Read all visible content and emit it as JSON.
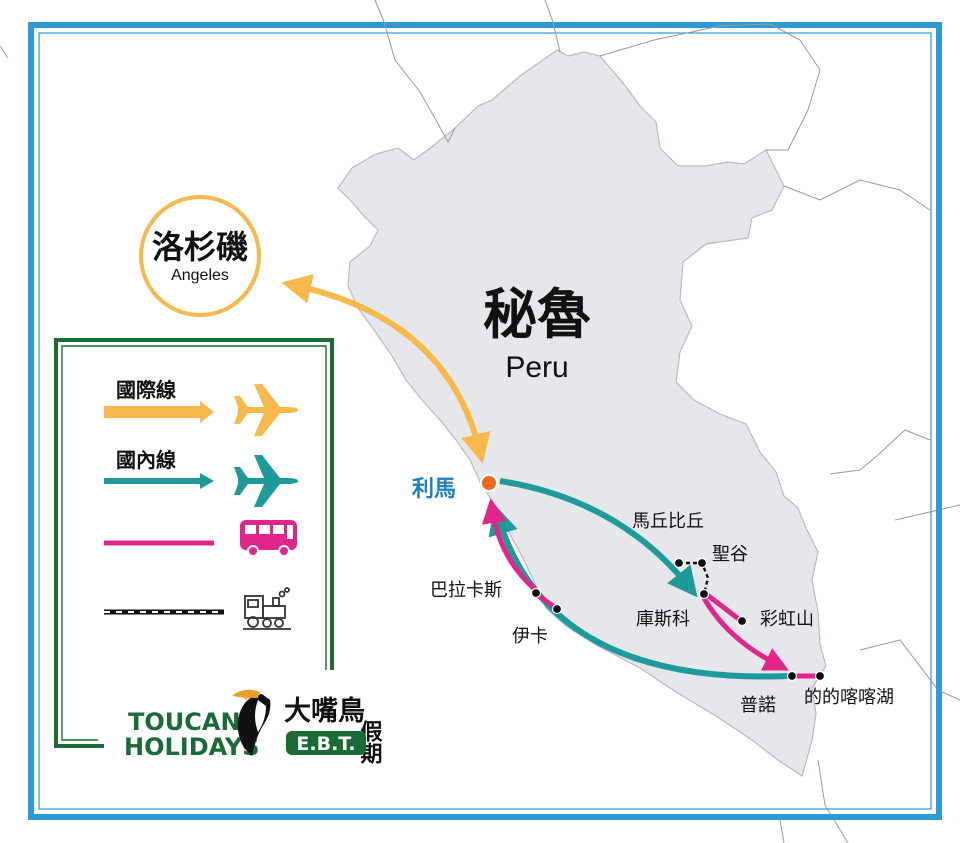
{
  "country": {
    "name_zh": "秘魯",
    "name_en": "Peru"
  },
  "origin": {
    "name_zh": "洛杉磯",
    "name_en": "Angeles"
  },
  "capital": {
    "name": "利馬"
  },
  "places": {
    "machu_picchu": "馬丘比丘",
    "sacred_valley": "聖谷",
    "cusco": "庫斯科",
    "rainbow_mountain": "彩虹山",
    "paracas": "巴拉卡斯",
    "ica": "伊卡",
    "puno": "普諾",
    "titicaca": "的的喀喀湖"
  },
  "legend": {
    "international": "國際線",
    "domestic": "國內線"
  },
  "brand": {
    "name_en_1": "TOUCAN",
    "name_en_2": "HOLIDAYS",
    "name_zh": "大嘴鳥",
    "name_zh_2": "假期",
    "abbr": "E.B.T."
  },
  "colors": {
    "frame": "#2d9ad6",
    "land": "#e5e7ea",
    "international": "#f7b94b",
    "domestic": "#1f9a9a",
    "bus": "#e2258a",
    "legend_border": "#1a6b35",
    "capital_dot": "#ec6a1f",
    "capital_label": "#1f7fc4"
  },
  "icons": [
    "plane-icon",
    "bus-icon",
    "train-icon",
    "toucan-icon"
  ]
}
